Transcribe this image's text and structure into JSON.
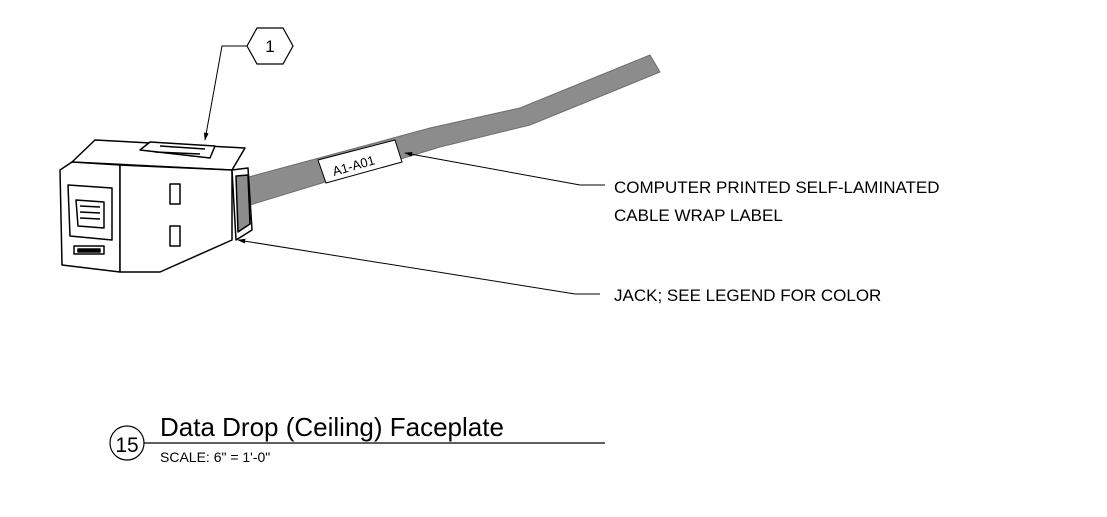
{
  "callout": {
    "tag": "1"
  },
  "cable_label": {
    "text": "A1-A01"
  },
  "notes": [
    {
      "lines": [
        "COMPUTER PRINTED SELF-LAMINATED",
        "CABLE WRAP LABEL"
      ]
    },
    {
      "lines": [
        "JACK; SEE LEGEND FOR COLOR"
      ]
    }
  ],
  "detail": {
    "number": "15",
    "title": "Data Drop (Ceiling) Faceplate",
    "scale": "SCALE: 6\" = 1'-0\""
  },
  "colors": {
    "cable": "#8c8c8c",
    "jack": "#ffffff",
    "line": "#000000"
  }
}
